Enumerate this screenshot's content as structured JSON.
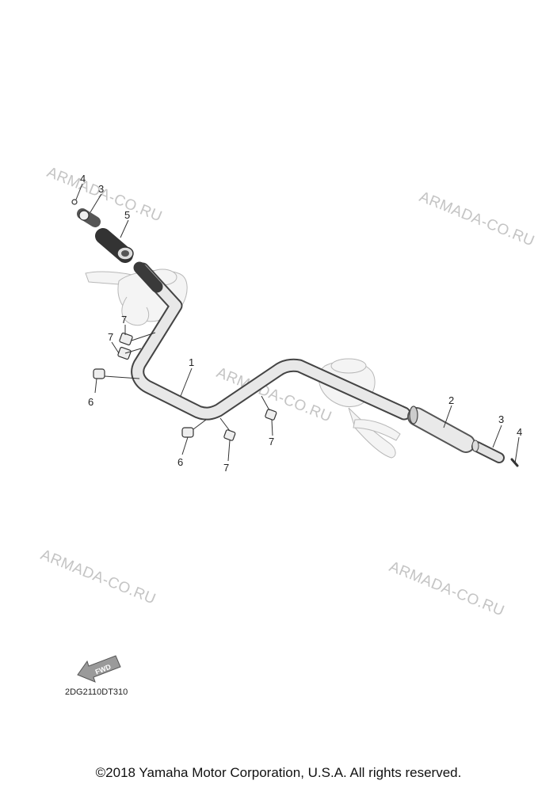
{
  "watermark": "ARMADA-CO.RU",
  "fwd_label": "FWD",
  "diagram_code": "2DG2110DT310",
  "copyright": "©2018 Yamaha Motor Corporation, U.S.A. All rights reserved.",
  "callouts": {
    "handlebar": "1",
    "grip_right": "2",
    "end_weight_right": "3",
    "screw_right": "4",
    "end_weight_left": "3",
    "screw_left": "4",
    "grip_left": "5",
    "holder_upper_left": "7",
    "holder_upper_mid": "7",
    "holder_lower_right": "7",
    "holder_lower_mid": "7",
    "cap_left": "6",
    "cap_mid": "6"
  }
}
